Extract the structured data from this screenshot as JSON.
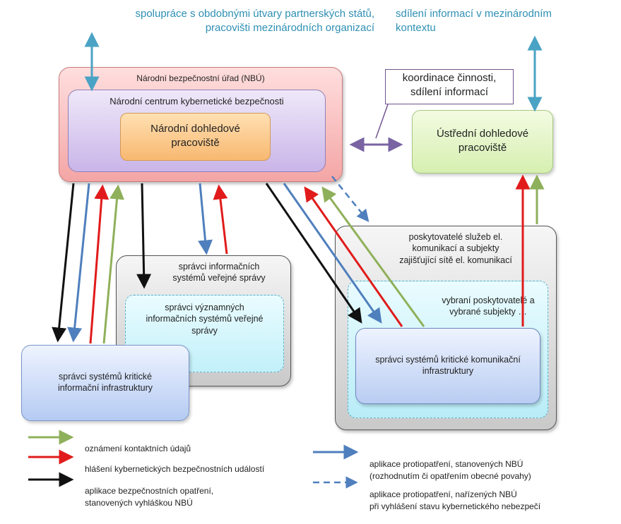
{
  "top": {
    "left_text": "spolupráce s obdobnými útvary partnerských států,\npracovišti mezinárodních organizací",
    "right_text": "sdílení informací  v mezinárodním\nkontextu"
  },
  "boxes": {
    "nbu": "Národní bezpečnostní úřad (NBÚ)",
    "nckb": "Národní centrum kybernetické bezpečnosti",
    "ndp": "Národní dohledové\npracoviště",
    "koordinace": "koordinace činnosti,\nsdílení informací",
    "udp": "Ústřední dohledové\npracoviště",
    "svs": "správci informačních\nsystémů veřejné správy",
    "svvs": "správci významných\ninformačních systémů veřejné\nsprávy",
    "kii": "správci systémů kritické\ninformační infrastruktury",
    "poskytovatele": "poskytovatelé služeb el.\nkomunikací a subjekty\nzajišťující sítě el. komunikací",
    "vybrani": "vybraní poskytovatelé a\nvybrané subjekty …",
    "kki": "správci systémů kritické komunikační\ninfrastruktury"
  },
  "legend": [
    {
      "text": "oznámení kontaktních údajů",
      "color": "#8fb05a",
      "style": "solid"
    },
    {
      "text": "hlášení kybernetických bezpečnostních událostí",
      "color": "#e11b1b",
      "style": "solid"
    },
    {
      "text": "aplikace bezpečnostních opatření,\nstanovených vyhláškou NBÚ",
      "color": "#111111",
      "style": "solid"
    },
    {
      "text": "aplikace protiopatření, stanovených NBÚ\n(rozhodnutím či opatřením obecné povahy)",
      "color": "#4f7fbd",
      "style": "solid"
    },
    {
      "text": "aplikace protiopatření, nařízených NBÚ\npři vyhlášení stavu kybernetického nebezpečí",
      "color": "#4f7fbd",
      "style": "dashed"
    }
  ],
  "colors": {
    "green": "#8fb05a",
    "red": "#e11b1b",
    "black": "#111111",
    "blue": "#4f7fbd",
    "teal": "#4aa3c4",
    "purple": "#7a63a3"
  }
}
